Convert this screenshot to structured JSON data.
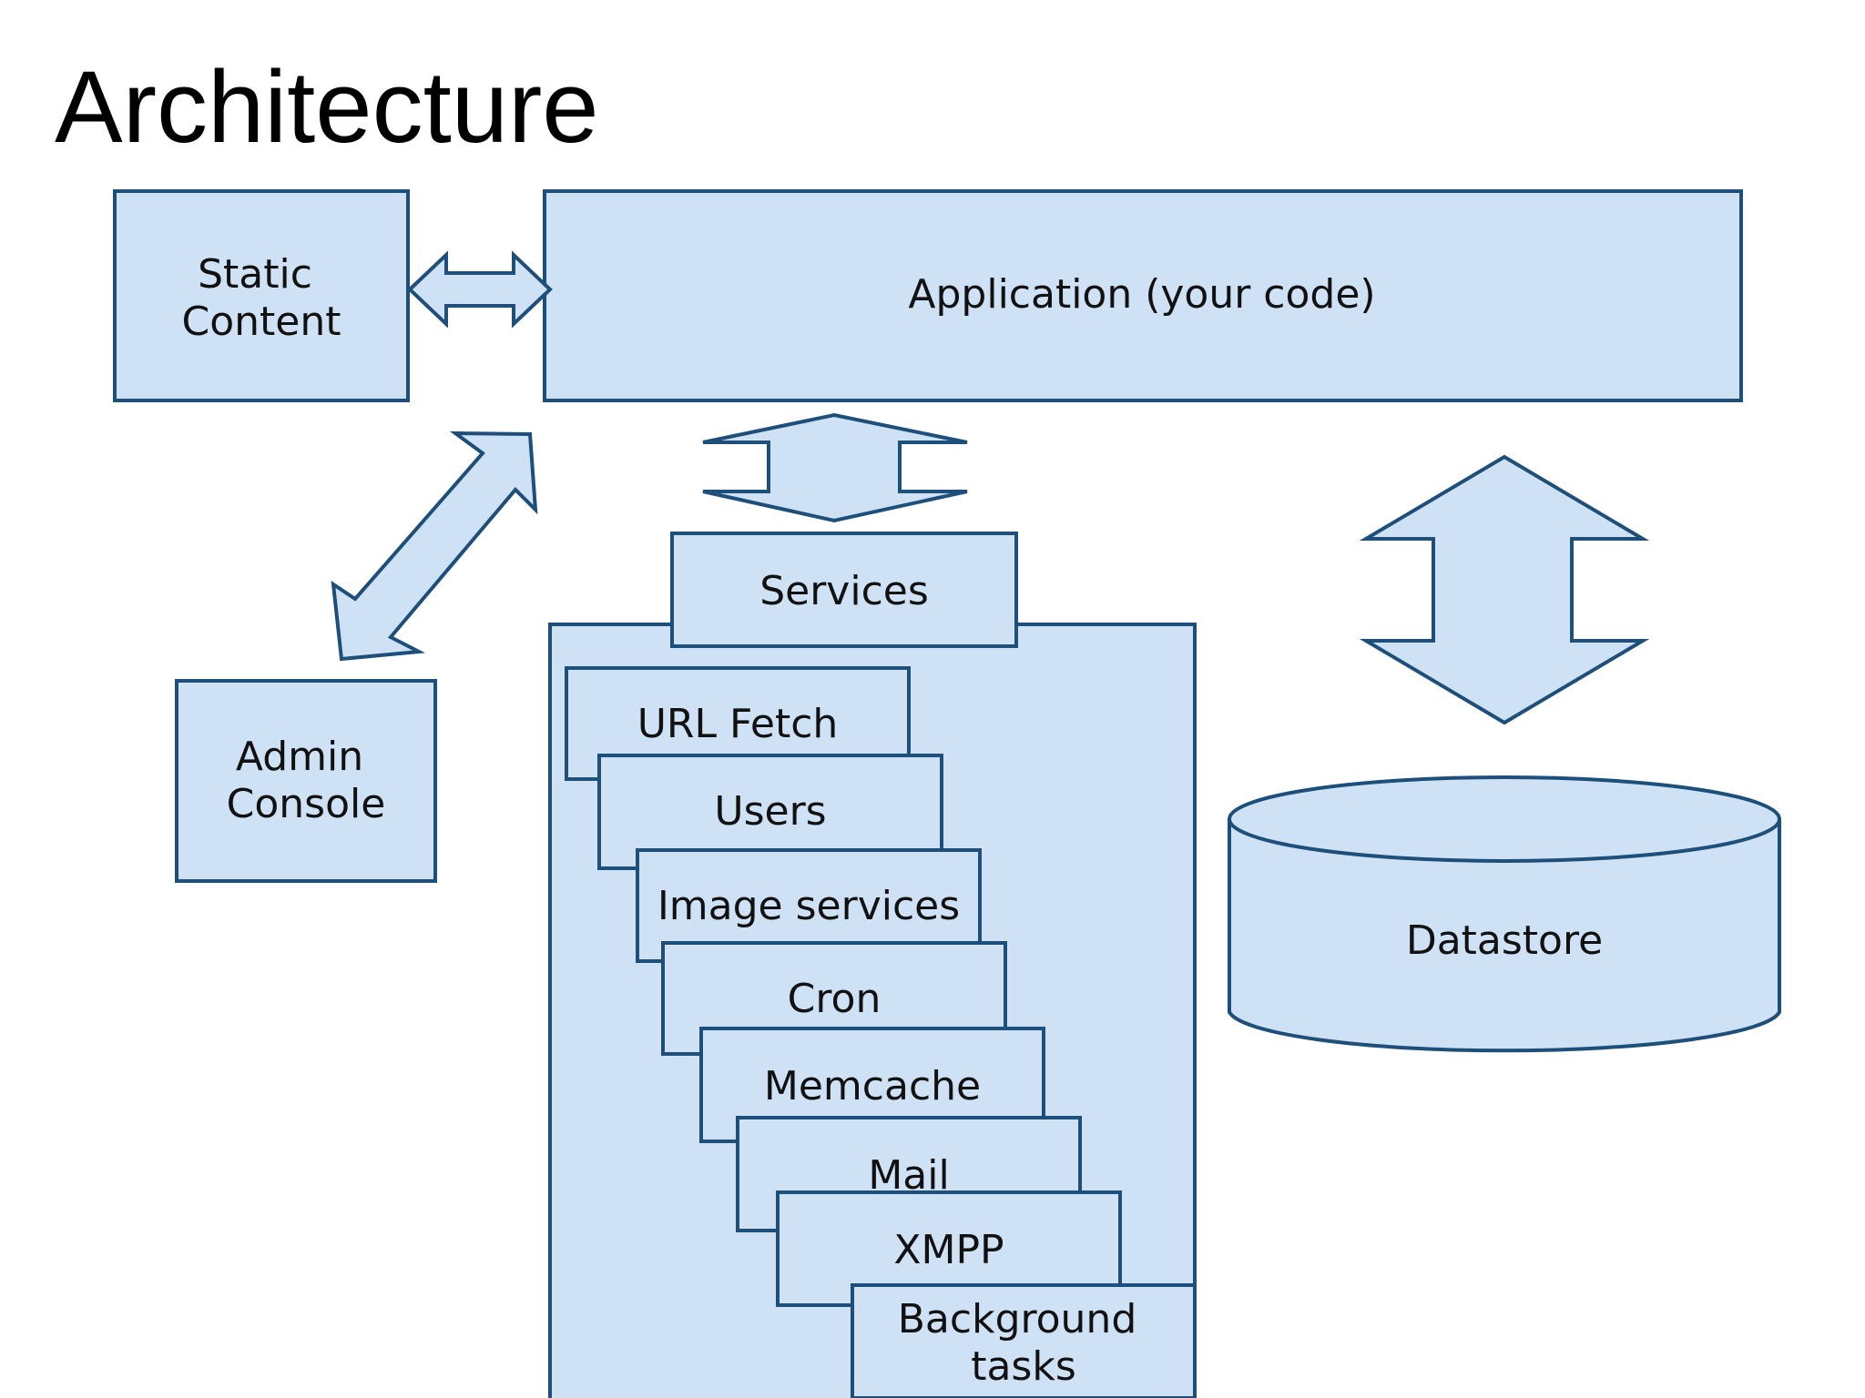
{
  "title": "Architecture",
  "colors": {
    "fill": "#cfe1f4",
    "stroke": "#1d4f7a",
    "text": "#111111",
    "background": "#ffffff"
  },
  "nodes": {
    "static_content": [
      "Static",
      "Content"
    ],
    "application": [
      "Application (your code)"
    ],
    "admin_console": [
      "Admin",
      "Console"
    ],
    "services": [
      "Services"
    ],
    "datastore": [
      "Datastore"
    ]
  },
  "service_items": [
    [
      "URL Fetch"
    ],
    [
      "Users"
    ],
    [
      "Image services"
    ],
    [
      "Cron"
    ],
    [
      "Memcache"
    ],
    [
      "Mail"
    ],
    [
      "XMPP"
    ],
    [
      "Background",
      "tasks"
    ]
  ],
  "arrows": [
    {
      "from": "static_content",
      "to": "application",
      "style": "double"
    },
    {
      "from": "admin_console",
      "to": "application",
      "style": "double"
    },
    {
      "from": "application",
      "to": "services",
      "style": "double"
    },
    {
      "from": "application",
      "to": "datastore",
      "style": "double"
    }
  ]
}
